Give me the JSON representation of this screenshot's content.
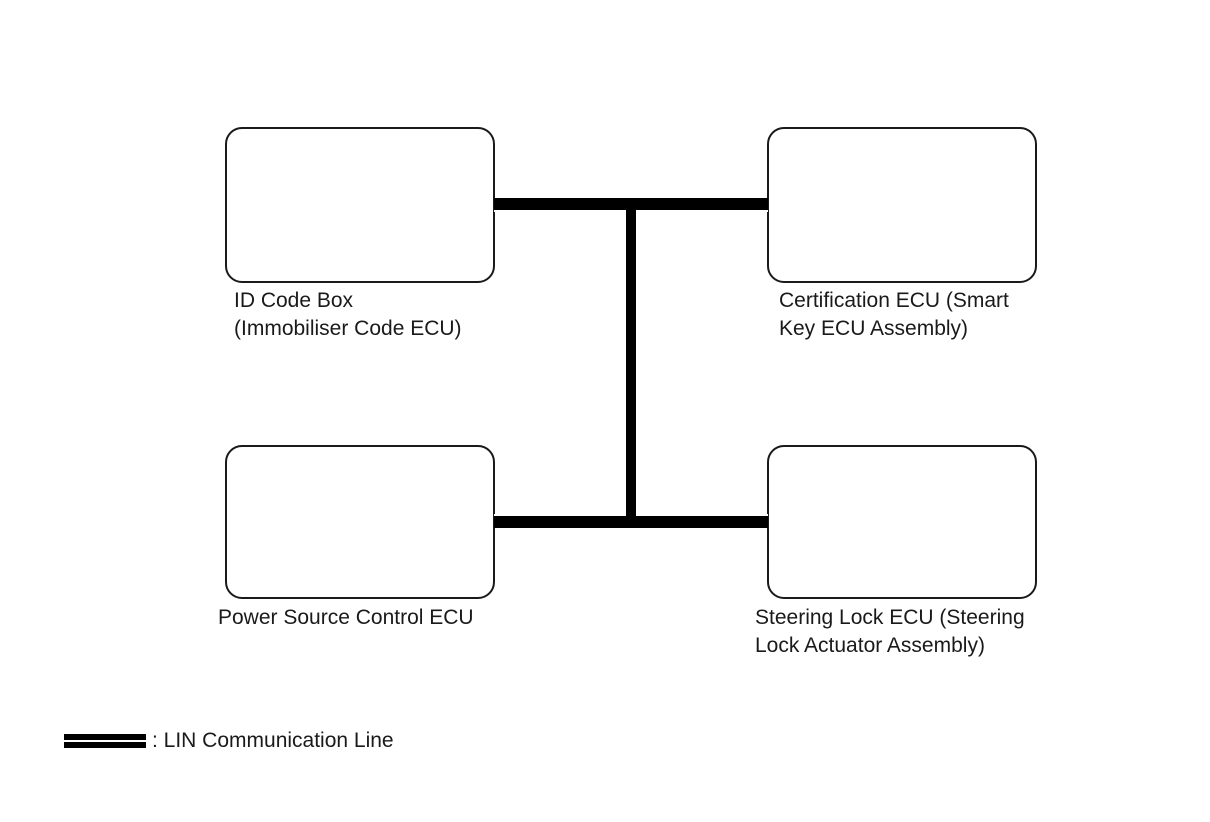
{
  "nodes": {
    "id_code_box": {
      "line1": "ID Code Box",
      "line2": "(Immobiliser Code ECU)"
    },
    "certification_ecu": {
      "line1": "Certification ECU (Smart",
      "line2": "Key ECU Assembly)"
    },
    "power_source_ecu": {
      "line1": "Power Source Control ECU"
    },
    "steering_lock_ecu": {
      "line1": "Steering Lock ECU (Steering",
      "line2": "Lock Actuator Assembly)"
    }
  },
  "legend": {
    "text": ": LIN Communication Line"
  },
  "colors": {
    "box_stroke": "#1a1a1a",
    "line": "#000000",
    "background": "#ffffff"
  }
}
